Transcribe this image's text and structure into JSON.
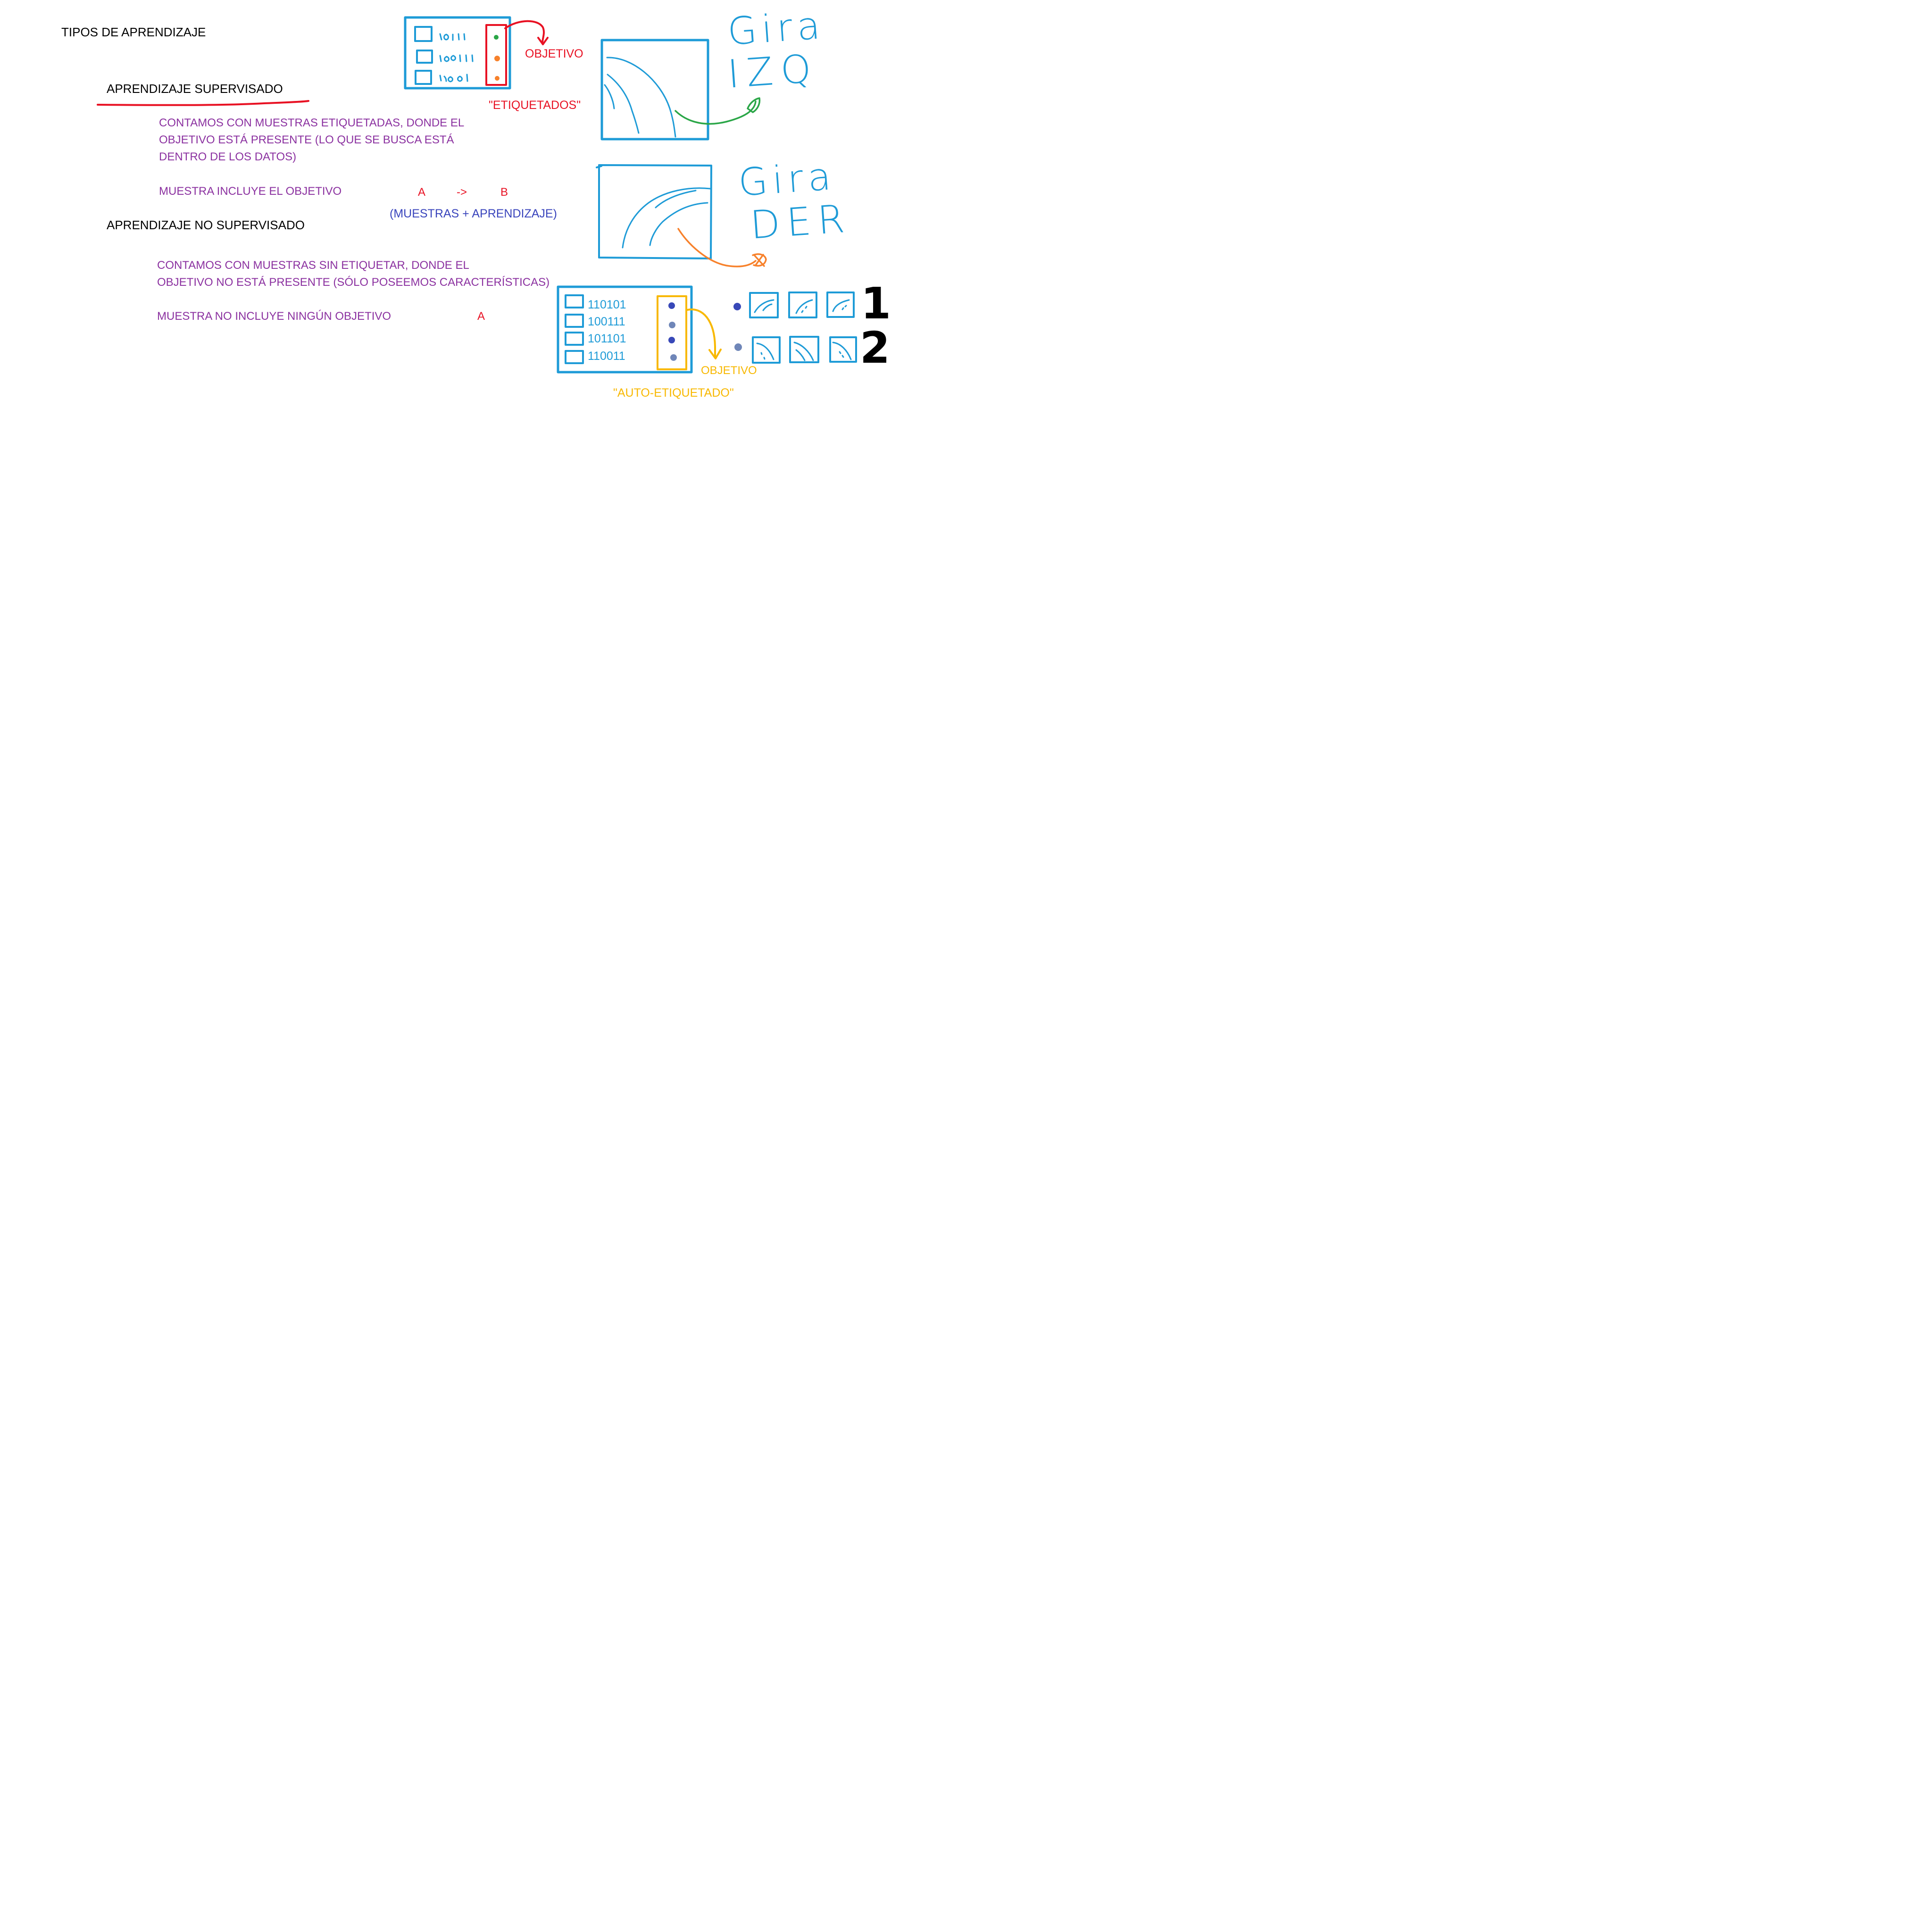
{
  "title": "TIPOS DE APRENDIZAJE",
  "supervised": {
    "heading": "APRENDIZAJE SUPERVISADO",
    "desc_line1": "CONTAMOS CON MUESTRAS ETIQUETADAS, DONDE EL",
    "desc_line2": "OBJETIVO ESTÁ PRESENTE (LO QUE SE BUSCA ESTÁ",
    "desc_line3": "DENTRO DE LOS DATOS)",
    "includes": "MUESTRA INCLUYE EL OBJETIVO",
    "mapping_a": "A",
    "mapping_arrow": "->",
    "mapping_b": "B",
    "mapping_note": "(MUESTRAS + APRENDIZAJE)",
    "target_label": "OBJETIVO",
    "labeled_caption": "\"ETIQUETADOS\"",
    "turn_left_word1": "Gira",
    "turn_left_word2": "IZQ",
    "turn_right_word1": "Gira",
    "turn_right_word2": "DER"
  },
  "unsupervised": {
    "heading": "APRENDIZAJE NO SUPERVISADO",
    "desc_line1": "CONTAMOS CON MUESTRAS SIN ETIQUETAR, DONDE EL",
    "desc_line2": "OBJETIVO NO ESTÁ PRESENTE (SÓLO POSEEMOS CARACTERÍSTICAS)",
    "includes": "MUESTRA NO INCLUYE NINGÚN OBJETIVO",
    "mapping_a": "A",
    "codes": [
      "110101",
      "100111",
      "101101",
      "110011"
    ],
    "target_label": "OBJETIVO",
    "auto_caption": "\"AUTO-ETIQUETADO\"",
    "group_1": "1",
    "group_2": "2"
  },
  "colors": {
    "ink_blue": "#1e9bd7",
    "ink_red": "#e81123",
    "ink_green": "#2aa647",
    "ink_orange": "#f7812b",
    "ink_yellow": "#f8b800",
    "text_purple": "#8b31a0",
    "text_navy": "#3944bc",
    "dot_dark_blue": "#3848b8",
    "dot_grey_blue": "#6f86b8"
  }
}
